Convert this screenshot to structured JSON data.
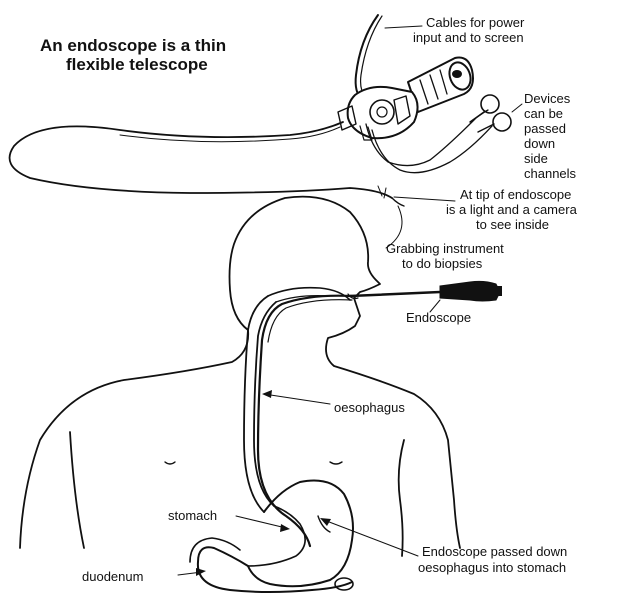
{
  "title": [
    "An endoscope is a thin",
    "flexible telescope"
  ],
  "labels": {
    "cables": [
      "Cables for power",
      "input and to screen"
    ],
    "devices": [
      "Devices",
      "can be",
      "passed",
      "down",
      "side",
      "channels"
    ],
    "tip": [
      "At tip of endoscope",
      "is a light and a camera",
      "to see inside"
    ],
    "grabbing": [
      "Grabbing instrument",
      "to do biopsies"
    ],
    "endoscope": "Endoscope",
    "oesophagus": "oesophagus",
    "stomach": "stomach",
    "duodenum": "duodenum",
    "passed": [
      "Endoscope passed down",
      "oesophagus into stomach"
    ]
  }
}
